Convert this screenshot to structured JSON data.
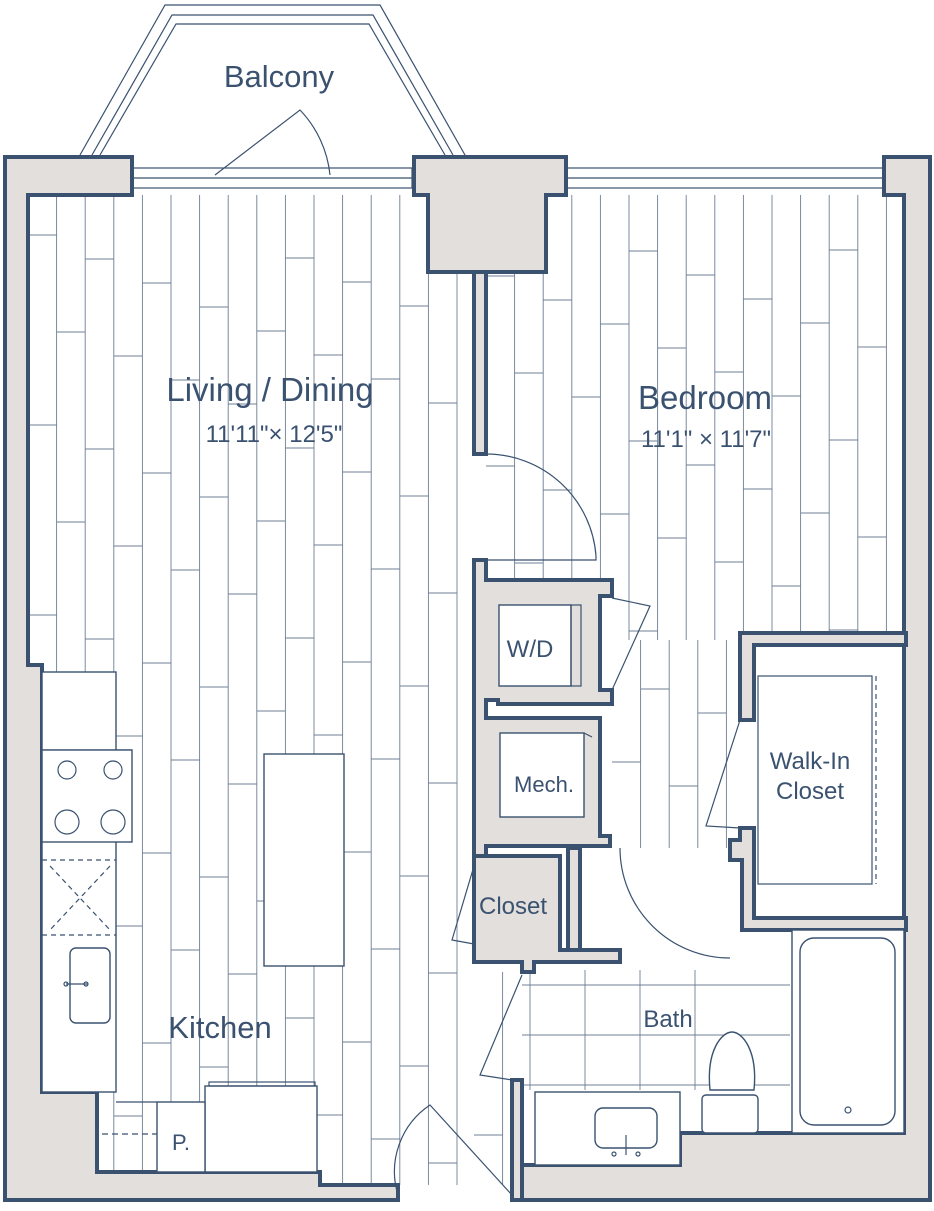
{
  "plan": {
    "rooms": {
      "balcony": {
        "name": "Balcony"
      },
      "living": {
        "name": "Living / Dining",
        "dims": "11'11\"× 12'5\""
      },
      "bedroom": {
        "name": "Bedroom",
        "dims": "11'1\" × 11'7\""
      },
      "walkin": {
        "name_line1": "Walk-In",
        "name_line2": "Closet"
      },
      "wd": {
        "name": "W/D"
      },
      "mech": {
        "name": "Mech."
      },
      "closet": {
        "name": "Closet"
      },
      "bath": {
        "name": "Bath"
      },
      "kitchen": {
        "name": "Kitchen"
      },
      "pantry": {
        "name": "P."
      }
    },
    "colors": {
      "wall_fill": "#e3dfdc",
      "line": "#3a5270",
      "floor_line": "#6d7f95"
    }
  }
}
